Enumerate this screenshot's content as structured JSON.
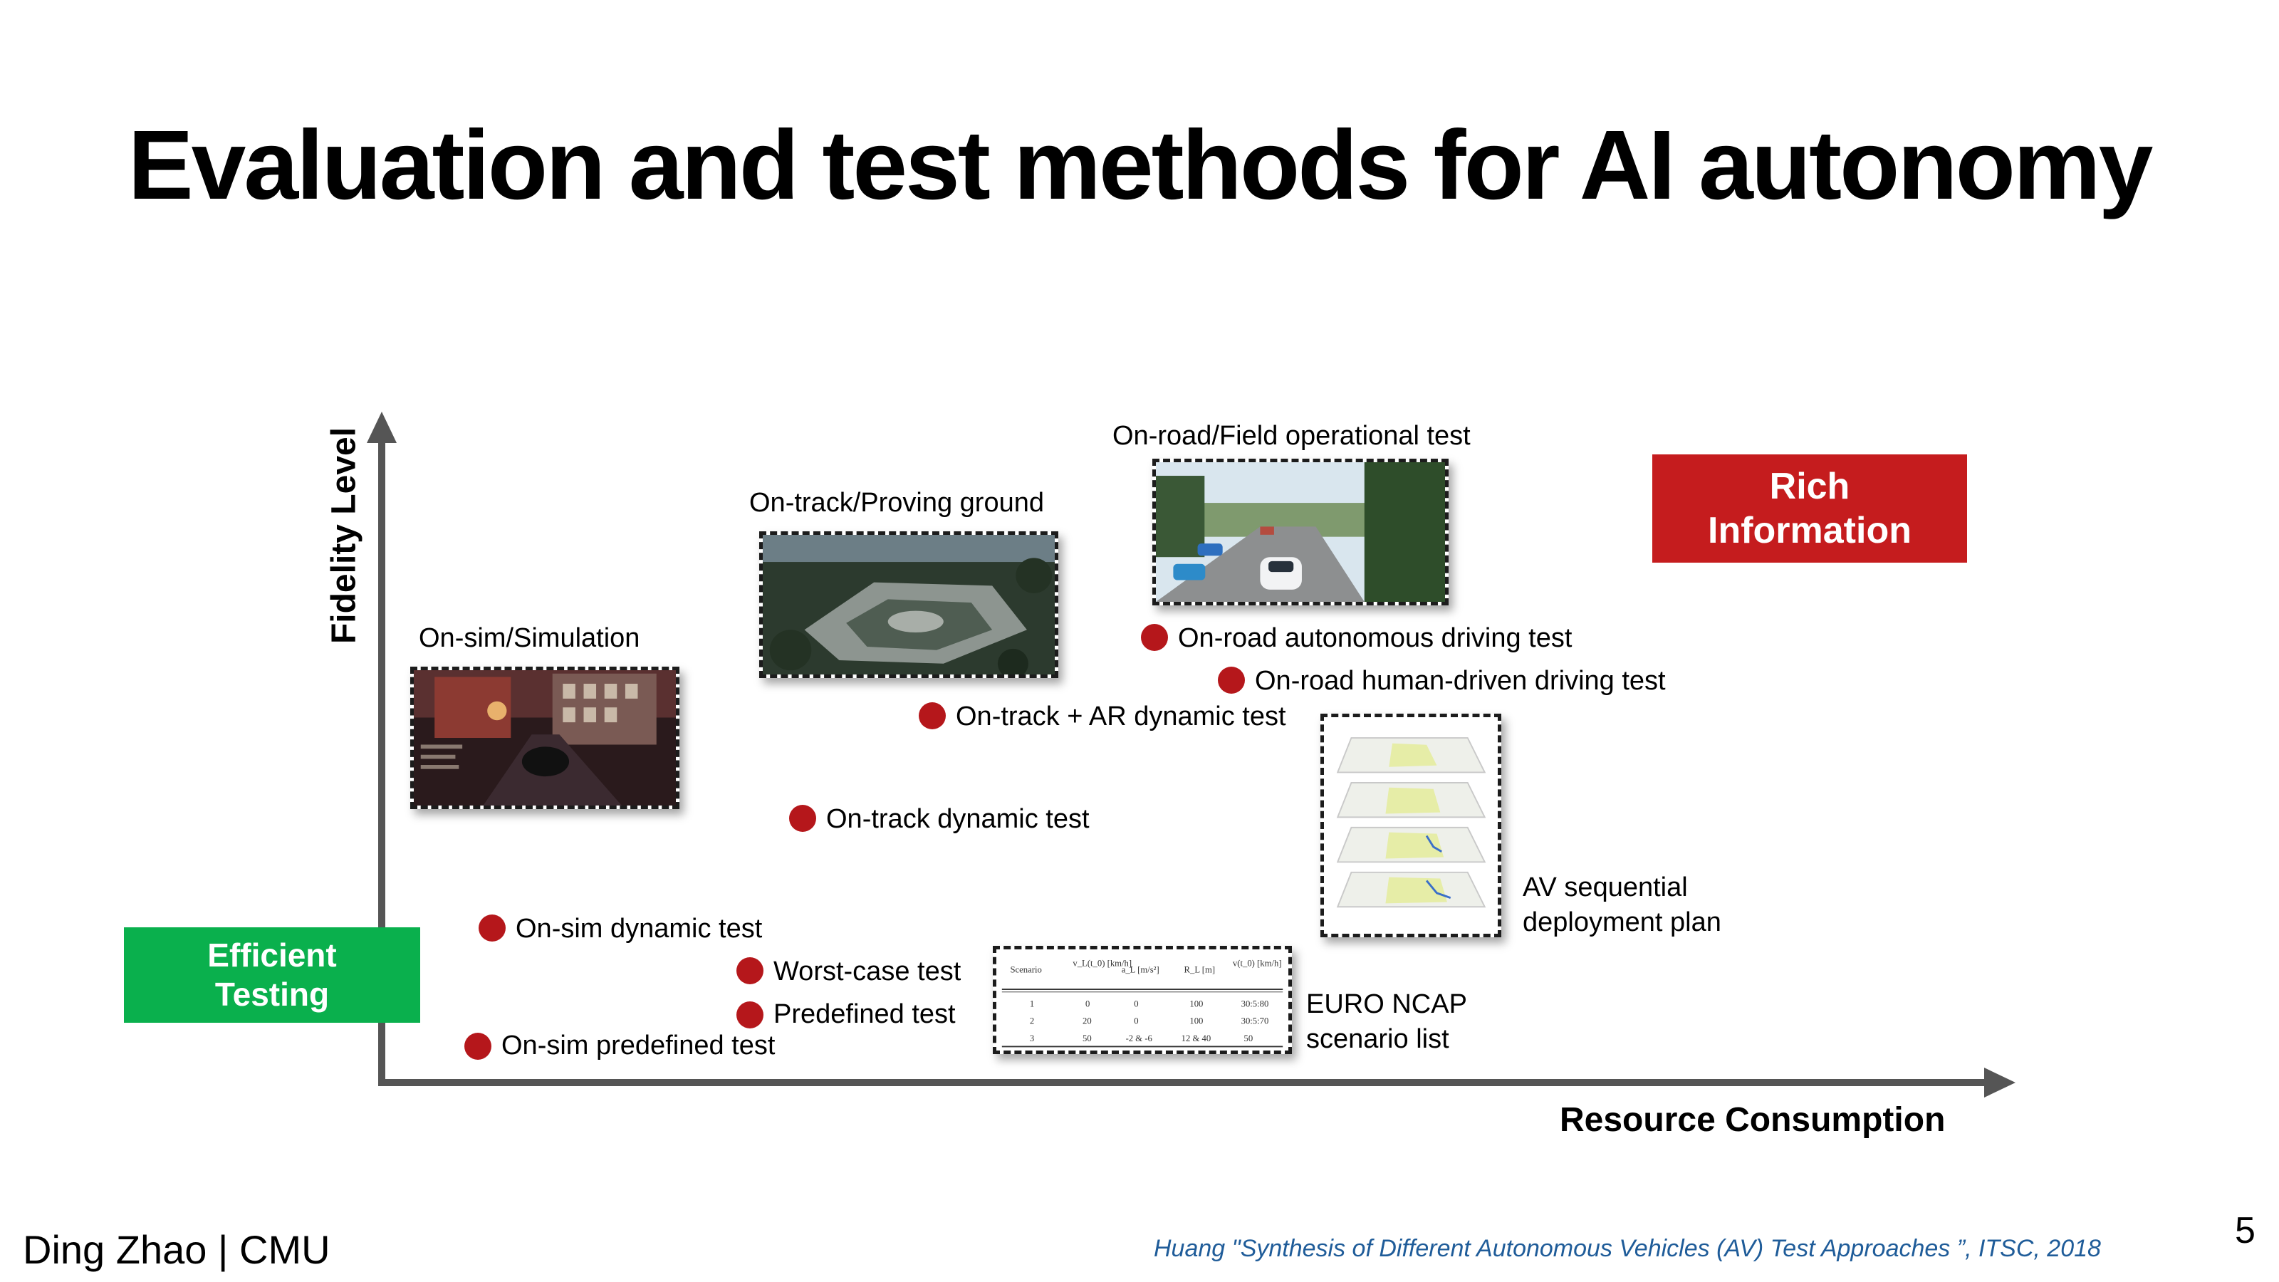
{
  "slide": {
    "title": "Evaluation and test methods for AI autonomy",
    "page_number": "5"
  },
  "axes": {
    "y_label": "Fidelity Level",
    "x_label": "Resource Consumption"
  },
  "badges": {
    "rich_info": "Rich\nInformation",
    "efficient_testing": "Efficient\nTesting"
  },
  "colors": {
    "test_dot": "#b5171b",
    "rich_info_box": "#c51c1e",
    "efficient_box": "#0ab04d",
    "axis": "#555555",
    "citation": "#1f5c99"
  },
  "image_captions": {
    "simulation": "On-sim/Simulation",
    "proving_ground": "On-track/Proving ground",
    "field_test": "On-road/Field operational test",
    "av_plan": "AV sequential\ndeployment plan",
    "euro_ncap": "EURO NCAP\nscenario list"
  },
  "test_methods": [
    "On-sim predefined test",
    "On-sim dynamic test",
    "Predefined test",
    "Worst-case test",
    "On-track dynamic test",
    "On-track + AR dynamic test",
    "On-road autonomous driving test",
    "On-road human-driven driving test"
  ],
  "euro_ncap_table": {
    "headers": [
      "Scenario",
      "v_L(t_0)\n[km/h]",
      "a_L [m/s²]",
      "R_L [m]",
      "v(t_0)\n[km/h]"
    ],
    "rows": [
      [
        "1",
        "0",
        "0",
        "100",
        "30:5:80"
      ],
      [
        "2",
        "20",
        "0",
        "100",
        "30:5:70"
      ],
      [
        "3",
        "50",
        "-2 & -6",
        "12 & 40",
        "50"
      ]
    ]
  },
  "footer": {
    "author": "Ding Zhao | CMU",
    "citation": "Huang \"Synthesis of Different  Autonomous Vehicles (AV) Test Approaches ”,  ITSC, 2018"
  }
}
